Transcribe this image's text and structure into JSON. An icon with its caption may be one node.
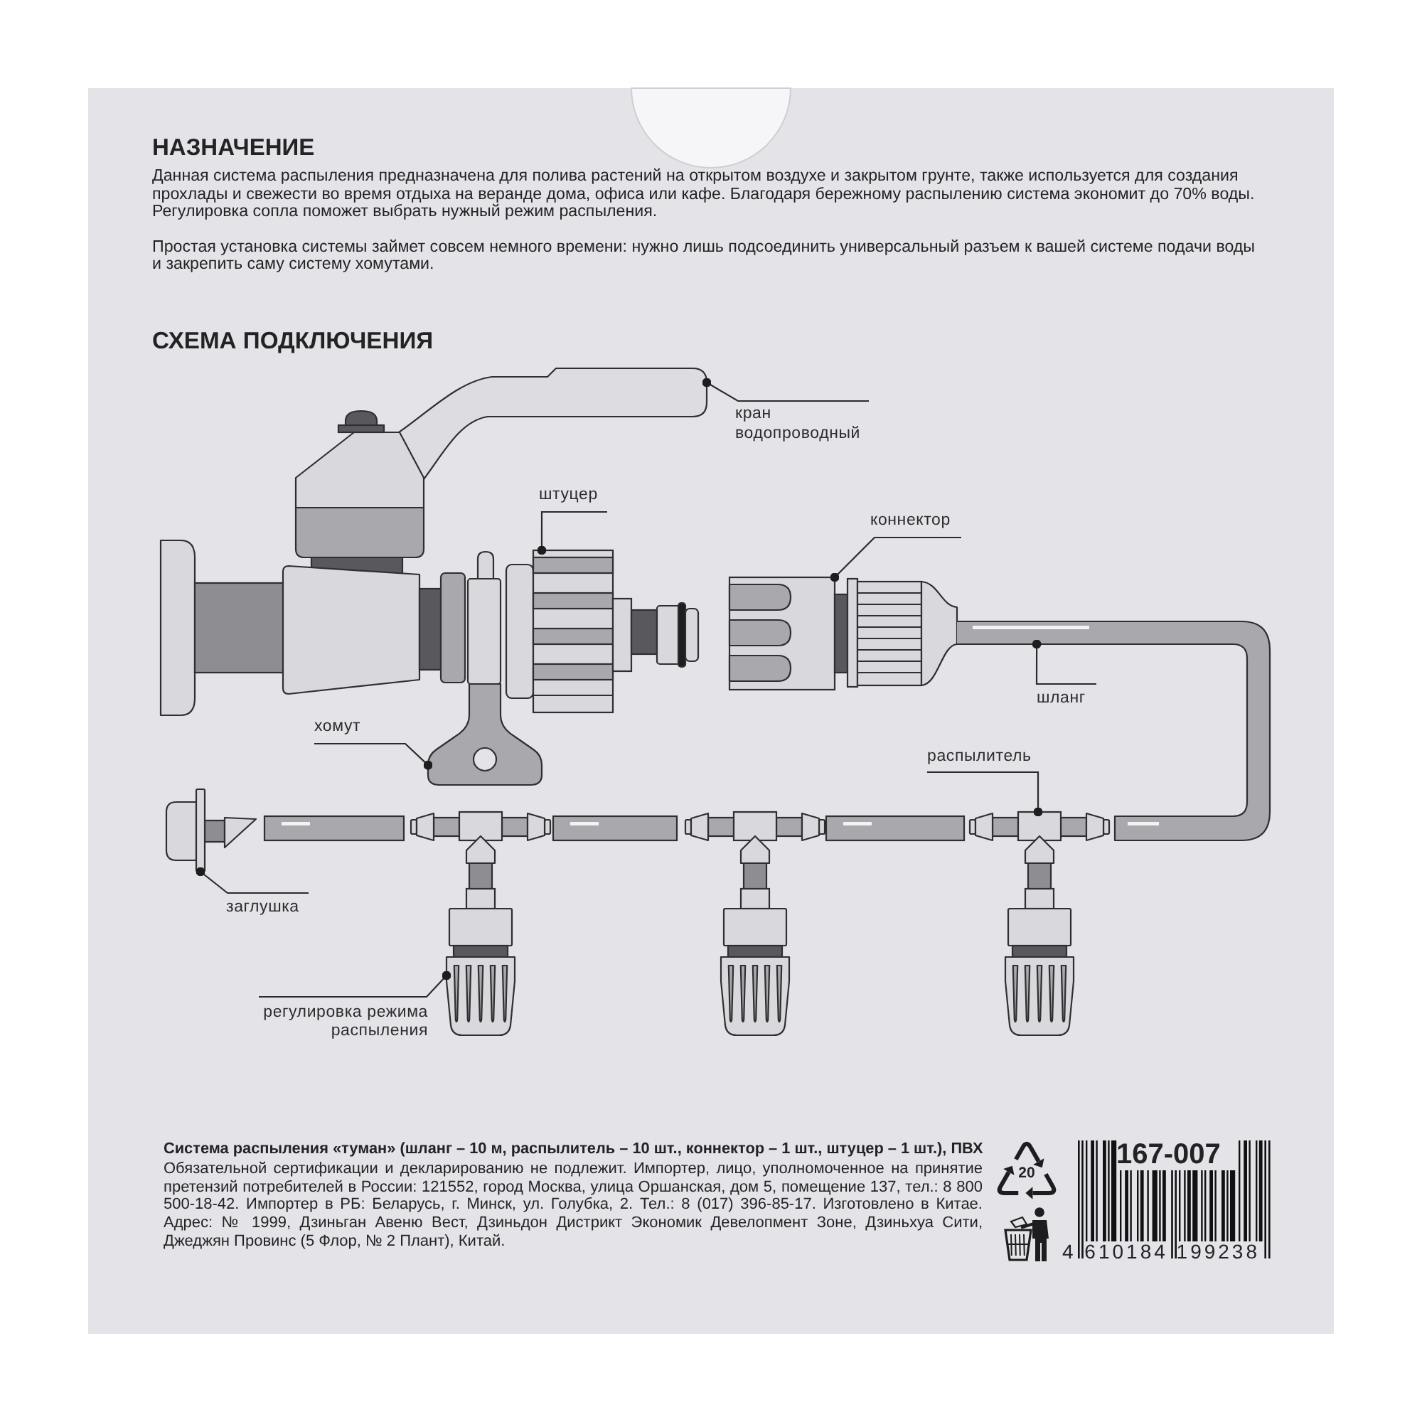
{
  "diagram": {
    "title": "СХЕМА ПОДКЛЮЧЕНИЯ",
    "nodes": [
      {
        "text": [
          "кран водопроводный"
        ]
      },
      {
        "text": [],
        "shape": "picture"
      },
      {
        "text": [
          "штуцер"
        ]
      },
      {
        "text": [],
        "shape": "picture"
      },
      {
        "text": [
          "коннектор"
        ]
      },
      {
        "text": [],
        "shape": "picture"
      },
      {
        "text": [
          "шланг"
        ]
      },
      {
        "text": [],
        "shape": "picture"
      },
      {
        "text": [
          "хомут"
        ]
      },
      {
        "text": [],
        "shape": "picture"
      },
      {
        "text": [
          "распылитель"
        ]
      },
      {
        "text": [],
        "shape": "picture"
      },
      {
        "text": [
          "заглушка"
        ]
      },
      {
        "text": [],
        "shape": "picture"
      },
      {
        "text": [
          "регулировка режима распыления"
        ]
      },
      {
        "text": [],
        "shape": "picture"
      },
      {
        "text": [],
        "shape": "picture"
      },
      {
        "text": [],
        "shape": "picture"
      }
    ],
    "edges": [
      {
        "from": 0,
        "to": 1,
        "arrow": "other"
      },
      {
        "from": 2,
        "to": 3,
        "arrow": "other"
      },
      {
        "from": 4,
        "to": 5,
        "arrow": "other"
      },
      {
        "from": 6,
        "to": 7,
        "arrow": "other"
      },
      {
        "from": 8,
        "to": 9,
        "arrow": "other"
      },
      {
        "from": 10,
        "to": 11,
        "arrow": "other"
      },
      {
        "from": 12,
        "to": 13,
        "arrow": "other"
      },
      {
        "from": 14,
        "to": 16,
        "arrow": "other"
      }
    ],
    "labels": [
      "НАЗНАЧЕНИЕ",
      "Данная система распыления предназначена для полива растений на открытом воздухе и закрытом грунте, также используется для создания прохлады и свежести во время отдыха на веранде дома, офиса или кафе. Благодаря бережному распылению система экономит до 70% воды. Регулировка сопла поможет выбрать нужный режим распыления.",
      "Простая установка системы займет совсем немного времени: нужно лишь подсоединить универсальный разъем к вашей системе подачи воды и закрепить саму систему хомутами.",
      "Система распыления «туман» (шланг – 10 м, распылитель – 10 шт., коннектор – 1 шт., штуцер – 1 шт.), ПВХ",
      "Обязательной сертификации и декларированию не подлежит. Импортер, лицо, уполномоченное на принятие претензий потребителей в России: 121552, город Москва, улица Оршанская, дом 5, помещение 137, тел.: 8 800 500-18-42. Импортер в РБ: Беларусь, г. Минск, ул. Голубка, 2. Тел.: 8 (017) 396-85-17. Изготовлено в Китае. Адрес: № 1999, Дзиньган Авеню Вест, Дзиньдон Дистрикт Экономик Девелопмент Зоне, Дзиньхуа Сити, Джеджян Провинс (5 Флор, № 2 Плант), Китай.",
      "20",
      "167-007",
      "4 610184 199238"
    ]
  }
}
